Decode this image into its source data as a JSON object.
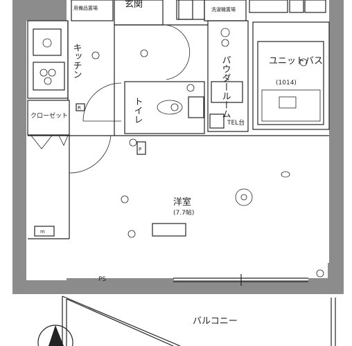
{
  "rooms": {
    "genkan": "玄関",
    "storage_top": "用備品置場",
    "kitchen": "キッチン",
    "powder_room": "パウダールーム",
    "unit_bath": "ユニットバス",
    "unit_bath_size": "(1014)",
    "toilet": "トイレ",
    "closet": "クローゼット",
    "western_room": "洋室",
    "western_room_size": "(7.7帖)",
    "washer": "洗濯機置場",
    "balcony": "バルコニー",
    "tel": "TEL台",
    "ps": "PS",
    "m": "m",
    "p": "P",
    "r": "R"
  }
}
